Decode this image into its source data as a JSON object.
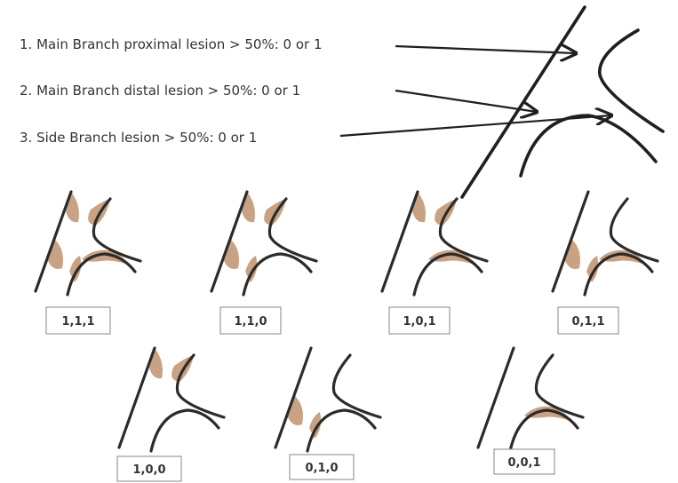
{
  "criteria": [
    "1. Main Branch proximal lesion > 50%: 0 or 1",
    "2. Main Branch distal lesion > 50%: 0 or 1",
    "3. Side Branch lesion > 50%: 0 or 1"
  ],
  "variants": [
    {
      "code": "1,1,1",
      "lesions": [
        1,
        1,
        1
      ]
    },
    {
      "code": "1,1,0",
      "lesions": [
        1,
        1,
        0
      ]
    },
    {
      "code": "1,0,1",
      "lesions": [
        1,
        0,
        1
      ]
    },
    {
      "code": "0,1,1",
      "lesions": [
        0,
        1,
        1
      ]
    },
    {
      "code": "1,0,0",
      "lesions": [
        1,
        0,
        0
      ]
    },
    {
      "code": "0,1,0",
      "lesions": [
        0,
        1,
        0
      ]
    },
    {
      "code": "0,0,1",
      "lesions": [
        0,
        0,
        1
      ]
    }
  ],
  "colors": {
    "lesion": "#c9a283",
    "vessel": "#2b2b2b"
  }
}
